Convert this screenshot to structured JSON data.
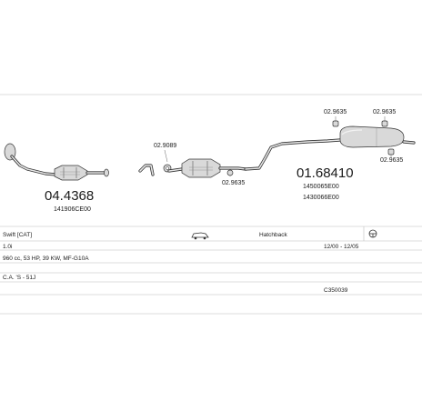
{
  "parts": {
    "front_pipe_number": "04.4368",
    "front_pipe_oe": "141906CE00",
    "clamp_left": "02.9089",
    "clamp_mid": "02.9635",
    "rear_muffler_number": "01.68410",
    "rear_muffler_oe_1": "1450065E00",
    "rear_muffler_oe_2": "1430066E00",
    "rubber_1": "02.9635",
    "rubber_2": "02.9635",
    "rubber_3": "02.9635"
  },
  "table": {
    "model": "Swift [CAT]",
    "body_type": "Hatchback",
    "engine": "1.0i",
    "years": "12/00 - 12/05",
    "specs": "960 cc, 53 HP, 39 KW, MF-G10A",
    "chassis": "C.A. 'S - 51J",
    "system_code": "C350039"
  },
  "icons": [
    "car-body-icon",
    "steering-wheel-icon"
  ]
}
